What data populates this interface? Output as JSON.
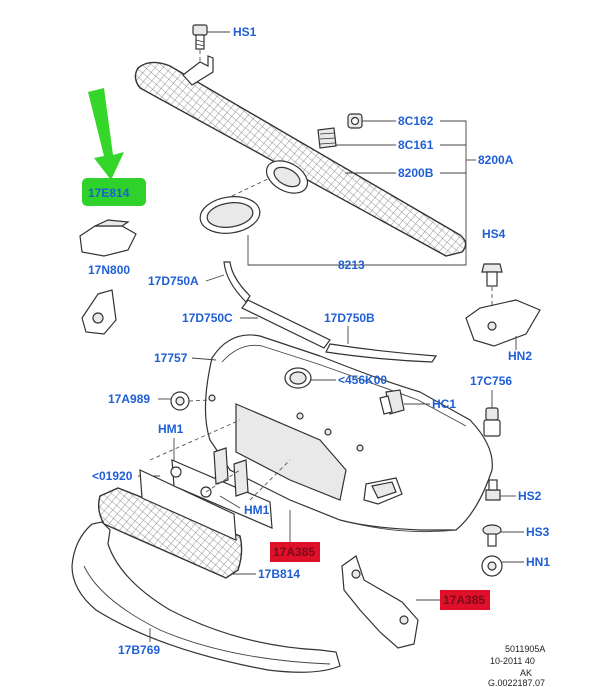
{
  "colors": {
    "label": "#1f5fd6",
    "highlight_green": "#2fd12b",
    "highlight_red": "#e0102a",
    "arrow_green": "#35d62a",
    "line": "#333333"
  },
  "labels": {
    "hs1": "HS1",
    "c162": "8C162",
    "c161": "8C161",
    "a8200": "8200A",
    "b8200": "8200B",
    "e814": "17E814",
    "n800": "17N800",
    "hs4": "HS4",
    "d750a": "17D750A",
    "p8213": "8213",
    "d750c": "17D750C",
    "d750b": "17D750B",
    "n17757": "17757",
    "hn2": "HN2",
    "k456": "<456K00",
    "c756": "17C756",
    "a989": "17A989",
    "hc1": "HC1",
    "hm1_top": "HM1",
    "p01920": "<01920",
    "hs2": "HS2",
    "hm1_bot": "HM1",
    "a385_1": "17A385",
    "hs3": "HS3",
    "b814": "17B814",
    "hn1": "HN1",
    "a385_2": "17A385",
    "b769": "17B769"
  },
  "reference_block": {
    "line1": "5011905A",
    "line2": "10-2011 40",
    "line3": "AK",
    "line4": "G.0022187.07"
  }
}
